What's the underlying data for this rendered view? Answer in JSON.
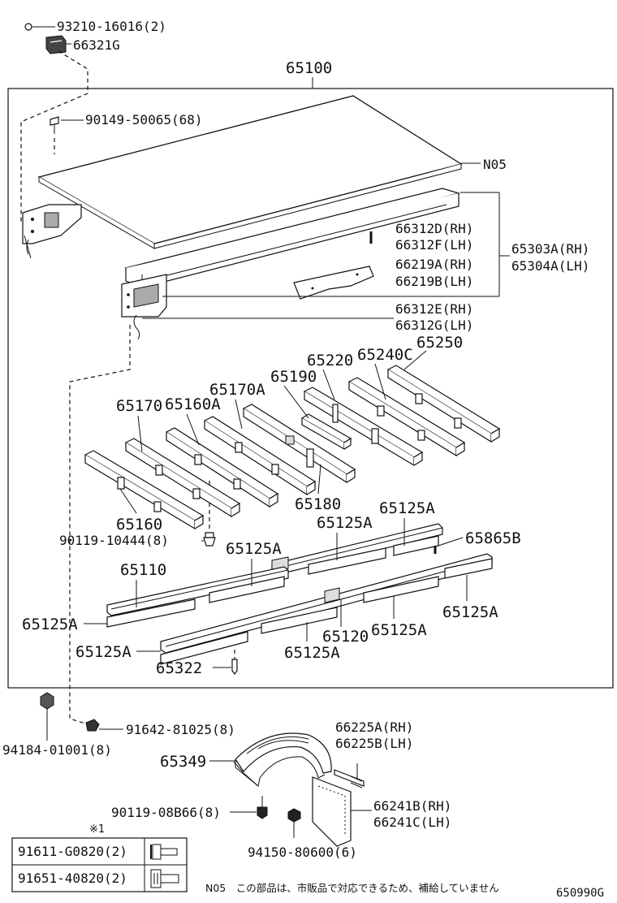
{
  "diagram": {
    "main_assembly": "65100",
    "labels": {
      "p93210": "93210-16016(2)",
      "p66321G": "66321G",
      "p90149": "90149-50065(68)",
      "pN05": "N05",
      "p66312D": "66312D(RH)",
      "p66312F": "66312F(LH)",
      "p65303A": "65303A(RH)",
      "p65304A": "65304A(LH)",
      "p66219A": "66219A(RH)",
      "p66219B": "66219B(LH)",
      "p66312E": "66312E(RH)",
      "p66312G": "66312G(LH)",
      "p65250": "65250",
      "p65220": "65220",
      "p65240C": "65240C",
      "p65190": "65190",
      "p65170A": "65170A",
      "p65170": "65170",
      "p65160A": "65160A",
      "p65180": "65180",
      "p65160": "65160",
      "p90119_10444": "90119-10444(8)",
      "p65125A_a": "65125A",
      "p65125A_b": "65125A",
      "p65125A_c": "65125A",
      "p65865B": "65865B",
      "p65110": "65110",
      "p65125A_d": "65125A",
      "p65125A_e": "65125A",
      "p65120": "65120",
      "p65125A_f": "65125A",
      "p65125A_g": "65125A",
      "p65125A_h": "65125A",
      "p65322": "65322",
      "p91642": "91642-81025(8)",
      "p94184": "94184-01001(8)",
      "p66225A": "66225A(RH)",
      "p66225B": "66225B(LH)",
      "p65349": "65349",
      "p90119_08B66": "90119-08B66(8)",
      "p66241B": "66241B(RH)",
      "p66241C": "66241C(LH)",
      "p94150": "94150-80600(6)"
    },
    "footnote_mark": "※1",
    "table": [
      {
        "part": "91611-G0820(2)"
      },
      {
        "part": "91651-40820(2)"
      }
    ],
    "note": "N05　この部品は、市販品で対応できるため、補給していません",
    "figure_code": "650990G"
  }
}
